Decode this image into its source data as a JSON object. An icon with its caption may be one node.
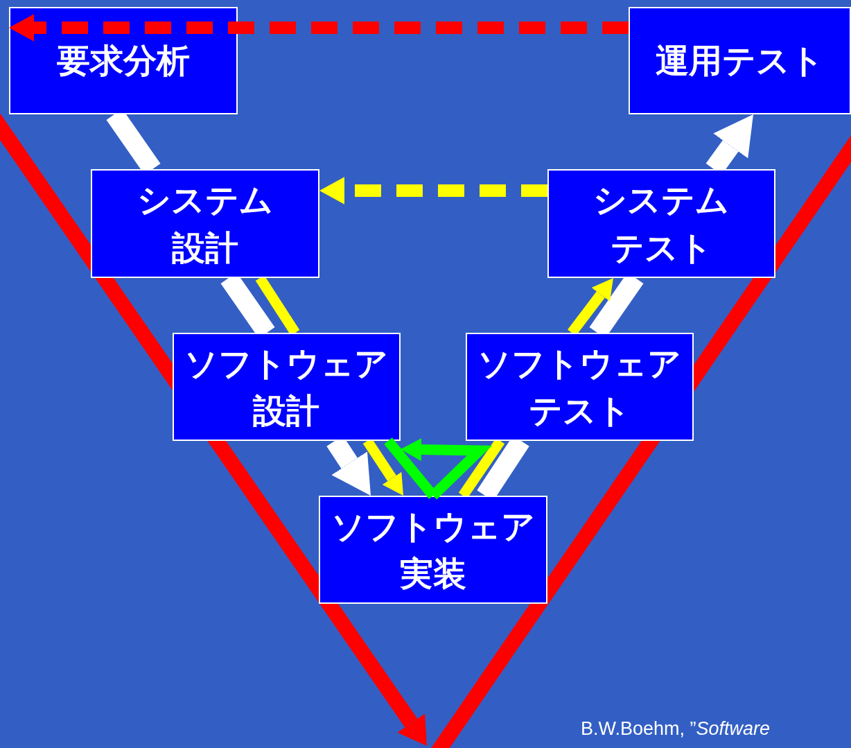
{
  "diagram": {
    "nodes": [
      {
        "text": [
          "要求分析"
        ]
      },
      {
        "text": [
          "運用テスト"
        ]
      },
      {
        "text": [
          "システム設計"
        ]
      },
      {
        "text": [
          "システムテスト"
        ]
      },
      {
        "text": [
          "ソフトウェア設計"
        ]
      },
      {
        "text": [
          "ソフトウェアテスト"
        ]
      },
      {
        "text": [
          "ソフトウェア実装"
        ]
      }
    ],
    "edges": [
      {
        "from": 1,
        "to": 0,
        "arrow": "to",
        "style": "dashed",
        "color": "#ff0000"
      },
      {
        "from": 3,
        "to": 2,
        "arrow": "to",
        "style": "dashed",
        "color": "#ffff00"
      },
      {
        "from": 0,
        "to": 2,
        "arrow": "none"
      },
      {
        "from": 2,
        "to": 4,
        "arrow": "none"
      },
      {
        "from": 4,
        "to": 6,
        "arrow": "to"
      },
      {
        "from": 6,
        "to": 5,
        "arrow": "none"
      },
      {
        "from": 5,
        "to": 3,
        "arrow": "none"
      },
      {
        "from": 3,
        "to": 1,
        "arrow": "to"
      },
      {
        "from": 2,
        "to": 4,
        "arrow": "none",
        "color": "#ffff00"
      },
      {
        "from": 4,
        "to": 6,
        "arrow": "to",
        "color": "#ffff00"
      },
      {
        "from": 6,
        "to": 5,
        "arrow": "none",
        "color": "#ffff00"
      },
      {
        "from": 5,
        "to": 3,
        "arrow": "to",
        "color": "#ffff00"
      },
      {
        "from": 4,
        "to": 6,
        "arrow": "none",
        "color": "#00ff00"
      },
      {
        "from": 6,
        "to": 4,
        "arrow": "to",
        "color": "#00ff00"
      }
    ],
    "labels": [
      "B.W.Boehm, ”*Software*"
    ]
  }
}
